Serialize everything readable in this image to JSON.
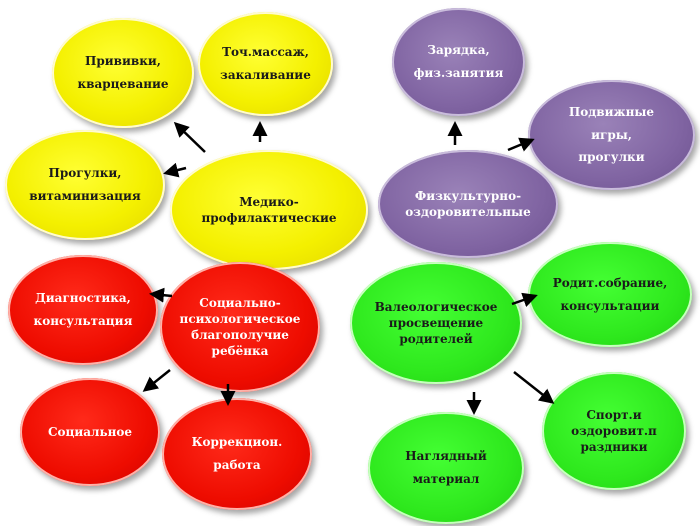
{
  "diagram": {
    "colors": {
      "yellow": "#f4f000",
      "purple": "#8064a2",
      "red": "#ee0c00",
      "green": "#2ee81d",
      "arrow": "#000000"
    },
    "nodes": {
      "privivki": "Прививки,\nкварцевание",
      "tochmassazh": "Точ.массаж,\nзакаливание",
      "progulki_vit": "Прогулки,\nвитаминизация",
      "medico": "Медико-\nпрофилактические",
      "zaryadka": "Зарядка,\nфиз.занятия",
      "podvizhnye": "Подвижные\nигры,\nпрогулки",
      "fizkult": "Физкультурно-\nоздоровительные",
      "diagnostika": "Диагностика,\nконсультация",
      "social_psych": "Социально-\nпсихологическое\nблагополучие\nребёнка",
      "socialnoe": "Социальное",
      "korrektsion": "Коррекцион.\nработа",
      "valeolog": "Валеологическое\nпросвещение\nродителей",
      "roditsobranie": "Родит.собрание,\nконсультации",
      "naglyadny": "Наглядный\nматериал",
      "sport": "Спорт.и\nоздоровит.п\nраздники"
    }
  }
}
